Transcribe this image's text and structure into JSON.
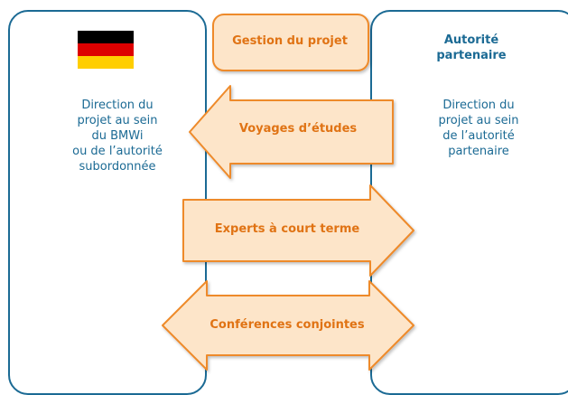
{
  "header": {
    "project_management": "Gestion du projet",
    "partner_authority": "Autorité\npartenaire"
  },
  "left": {
    "description": "Direction du\nprojet au sein\ndu BMWi\nou de l’autorité\nsubordonnée",
    "flag": {
      "name": "germany-flag",
      "colors": [
        "#000000",
        "#dd0000",
        "#ffce00"
      ]
    }
  },
  "right": {
    "description": "Direction du\nprojet au sein\nde l’autorité\npartenaire"
  },
  "arrows": [
    {
      "id": "voyages",
      "label": "Voyages d’études",
      "direction": "left"
    },
    {
      "id": "experts",
      "label": "Experts à court terme",
      "direction": "right"
    },
    {
      "id": "conferences",
      "label": "Conférences conjointes",
      "direction": "both"
    }
  ],
  "colors": {
    "frame_blue": "#1b6a94",
    "arrow_fill": "#fde5c9",
    "arrow_stroke": "#ee8a2a",
    "arrow_text": "#e07314"
  }
}
